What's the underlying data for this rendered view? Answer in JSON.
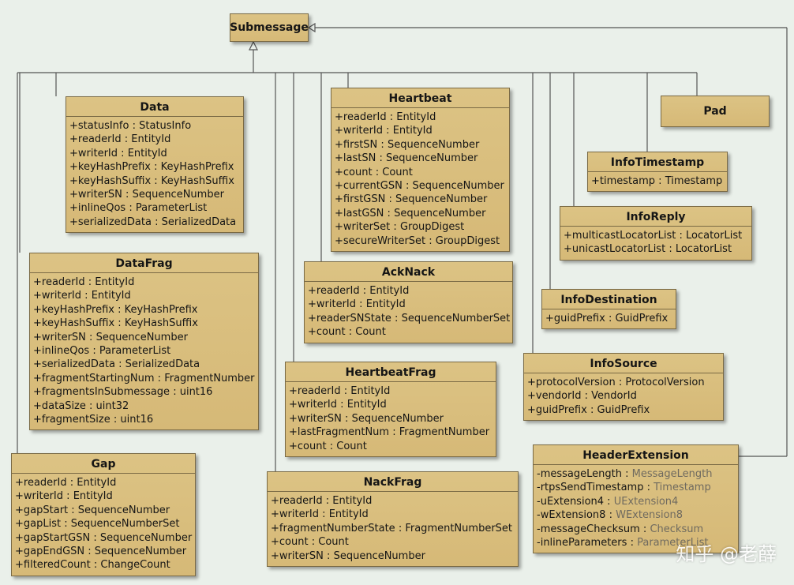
{
  "diagram": {
    "parent": "Submessage",
    "classes": [
      {
        "id": "data",
        "name": "Data",
        "attributes": [
          {
            "vis": "+",
            "name": "statusInfo",
            "type": "StatusInfo"
          },
          {
            "vis": "+",
            "name": "readerId",
            "type": "EntityId"
          },
          {
            "vis": "+",
            "name": "writerId",
            "type": "EntityId"
          },
          {
            "vis": "+",
            "name": "keyHashPrefix",
            "type": "KeyHashPrefix"
          },
          {
            "vis": "+",
            "name": "keyHashSuffix",
            "type": "KeyHashSuffix"
          },
          {
            "vis": "+",
            "name": "writerSN",
            "type": "SequenceNumber"
          },
          {
            "vis": "+",
            "name": "inlineQos",
            "type": "ParameterList"
          },
          {
            "vis": "+",
            "name": "serializedData",
            "type": "SerializedData"
          }
        ]
      },
      {
        "id": "datafrag",
        "name": "DataFrag",
        "attributes": [
          {
            "vis": "+",
            "name": "readerId",
            "type": "EntityId"
          },
          {
            "vis": "+",
            "name": "writerId",
            "type": "EntityId"
          },
          {
            "vis": "+",
            "name": "keyHashPrefix",
            "type": "KeyHashPrefix"
          },
          {
            "vis": "+",
            "name": "keyHashSuffix",
            "type": "KeyHashSuffix"
          },
          {
            "vis": "+",
            "name": "writerSN",
            "type": "SequenceNumber"
          },
          {
            "vis": "+",
            "name": "inlineQos",
            "type": "ParameterList"
          },
          {
            "vis": "+",
            "name": "serializedData",
            "type": "SerializedData"
          },
          {
            "vis": "+",
            "name": "fragmentStartingNum",
            "type": "FragmentNumber"
          },
          {
            "vis": "+",
            "name": "fragmentsInSubmessage",
            "type": "uint16"
          },
          {
            "vis": "+",
            "name": "dataSize",
            "type": "uint32"
          },
          {
            "vis": "+",
            "name": "fragmentSize",
            "type": "uint16"
          }
        ]
      },
      {
        "id": "gap",
        "name": "Gap",
        "attributes": [
          {
            "vis": "+",
            "name": "readerId",
            "type": "EntityId"
          },
          {
            "vis": "+",
            "name": "writerId",
            "type": "EntityId"
          },
          {
            "vis": "+",
            "name": "gapStart",
            "type": "SequenceNumber"
          },
          {
            "vis": "+",
            "name": "gapList",
            "type": "SequenceNumberSet"
          },
          {
            "vis": "+",
            "name": "gapStartGSN",
            "type": "SequenceNumber"
          },
          {
            "vis": "+",
            "name": "gapEndGSN",
            "type": "SequenceNumber"
          },
          {
            "vis": "+",
            "name": "filteredCount",
            "type": "ChangeCount"
          }
        ]
      },
      {
        "id": "heartbeat",
        "name": "Heartbeat",
        "attributes": [
          {
            "vis": "+",
            "name": "readerId",
            "type": "EntityId"
          },
          {
            "vis": "+",
            "name": "writerId",
            "type": "EntityId"
          },
          {
            "vis": "+",
            "name": "firstSN",
            "type": "SequenceNumber"
          },
          {
            "vis": "+",
            "name": "lastSN",
            "type": "SequenceNumber"
          },
          {
            "vis": "+",
            "name": "count",
            "type": "Count"
          },
          {
            "vis": "+",
            "name": "currentGSN",
            "type": "SequenceNumber"
          },
          {
            "vis": "+",
            "name": "firstGSN",
            "type": "SequenceNumber"
          },
          {
            "vis": "+",
            "name": "lastGSN",
            "type": "SequenceNumber"
          },
          {
            "vis": "+",
            "name": "writerSet",
            "type": "GroupDigest"
          },
          {
            "vis": "+",
            "name": "secureWriterSet",
            "type": "GroupDigest"
          }
        ]
      },
      {
        "id": "acknack",
        "name": "AckNack",
        "attributes": [
          {
            "vis": "+",
            "name": "readerId",
            "type": "EntityId"
          },
          {
            "vis": "+",
            "name": "writerId",
            "type": "EntityId"
          },
          {
            "vis": "+",
            "name": "readerSNState",
            "type": "SequenceNumberSet"
          },
          {
            "vis": "+",
            "name": "count",
            "type": "Count"
          }
        ]
      },
      {
        "id": "heartbeatfrag",
        "name": "HeartbeatFrag",
        "attributes": [
          {
            "vis": "+",
            "name": "readerId",
            "type": "EntityId"
          },
          {
            "vis": "+",
            "name": "writerId",
            "type": "EntityId"
          },
          {
            "vis": "+",
            "name": "writerSN",
            "type": "SequenceNumber"
          },
          {
            "vis": "+",
            "name": "lastFragmentNum",
            "type": "FragmentNumber"
          },
          {
            "vis": "+",
            "name": "count",
            "type": "Count"
          }
        ]
      },
      {
        "id": "nackfrag",
        "name": "NackFrag",
        "attributes": [
          {
            "vis": "+",
            "name": "readerId",
            "type": "EntityId"
          },
          {
            "vis": "+",
            "name": "writerId",
            "type": "EntityId"
          },
          {
            "vis": "+",
            "name": "fragmentNumberState",
            "type": "FragmentNumberSet"
          },
          {
            "vis": "+",
            "name": "count",
            "type": "Count"
          },
          {
            "vis": "+",
            "name": "writerSN",
            "type": "SequenceNumber"
          }
        ]
      },
      {
        "id": "pad",
        "name": "Pad",
        "attributes": []
      },
      {
        "id": "infotimestamp",
        "name": "InfoTimestamp",
        "attributes": [
          {
            "vis": "+",
            "name": "timestamp",
            "type": "Timestamp"
          }
        ]
      },
      {
        "id": "inforeply",
        "name": "InfoReply",
        "attributes": [
          {
            "vis": "+",
            "name": "multicastLocatorList",
            "type": "LocatorList"
          },
          {
            "vis": "+",
            "name": "unicastLocatorList",
            "type": "LocatorList"
          }
        ]
      },
      {
        "id": "infodestination",
        "name": "InfoDestination",
        "attributes": [
          {
            "vis": "+",
            "name": "guidPrefix",
            "type": "GuidPrefix"
          }
        ]
      },
      {
        "id": "infosource",
        "name": "InfoSource",
        "attributes": [
          {
            "vis": "+",
            "name": "protocolVersion",
            "type": "ProtocolVersion"
          },
          {
            "vis": "+",
            "name": "vendorId",
            "type": "VendorId"
          },
          {
            "vis": "+",
            "name": "guidPrefix",
            "type": "GuidPrefix"
          }
        ]
      },
      {
        "id": "headerextension",
        "name": "HeaderExtension",
        "attributes": [
          {
            "vis": "-",
            "name": "messageLength",
            "type": "MessageLength"
          },
          {
            "vis": "-",
            "name": "rtpsSendTimestamp",
            "type": "Timestamp"
          },
          {
            "vis": "-",
            "name": "uExtension4",
            "type": "UExtension4"
          },
          {
            "vis": "-",
            "name": "wExtension8",
            "type": "WExtension8"
          },
          {
            "vis": "-",
            "name": "messageChecksum",
            "type": "Checksum"
          },
          {
            "vis": "-",
            "name": "inlineParameters",
            "type": "ParameterList"
          }
        ]
      }
    ]
  },
  "watermark": "知乎 @老薛",
  "colors": {
    "class_fill": "#d9bd7c",
    "border": "#7a6a45",
    "line": "#555555",
    "background": "#eaf0ea"
  }
}
